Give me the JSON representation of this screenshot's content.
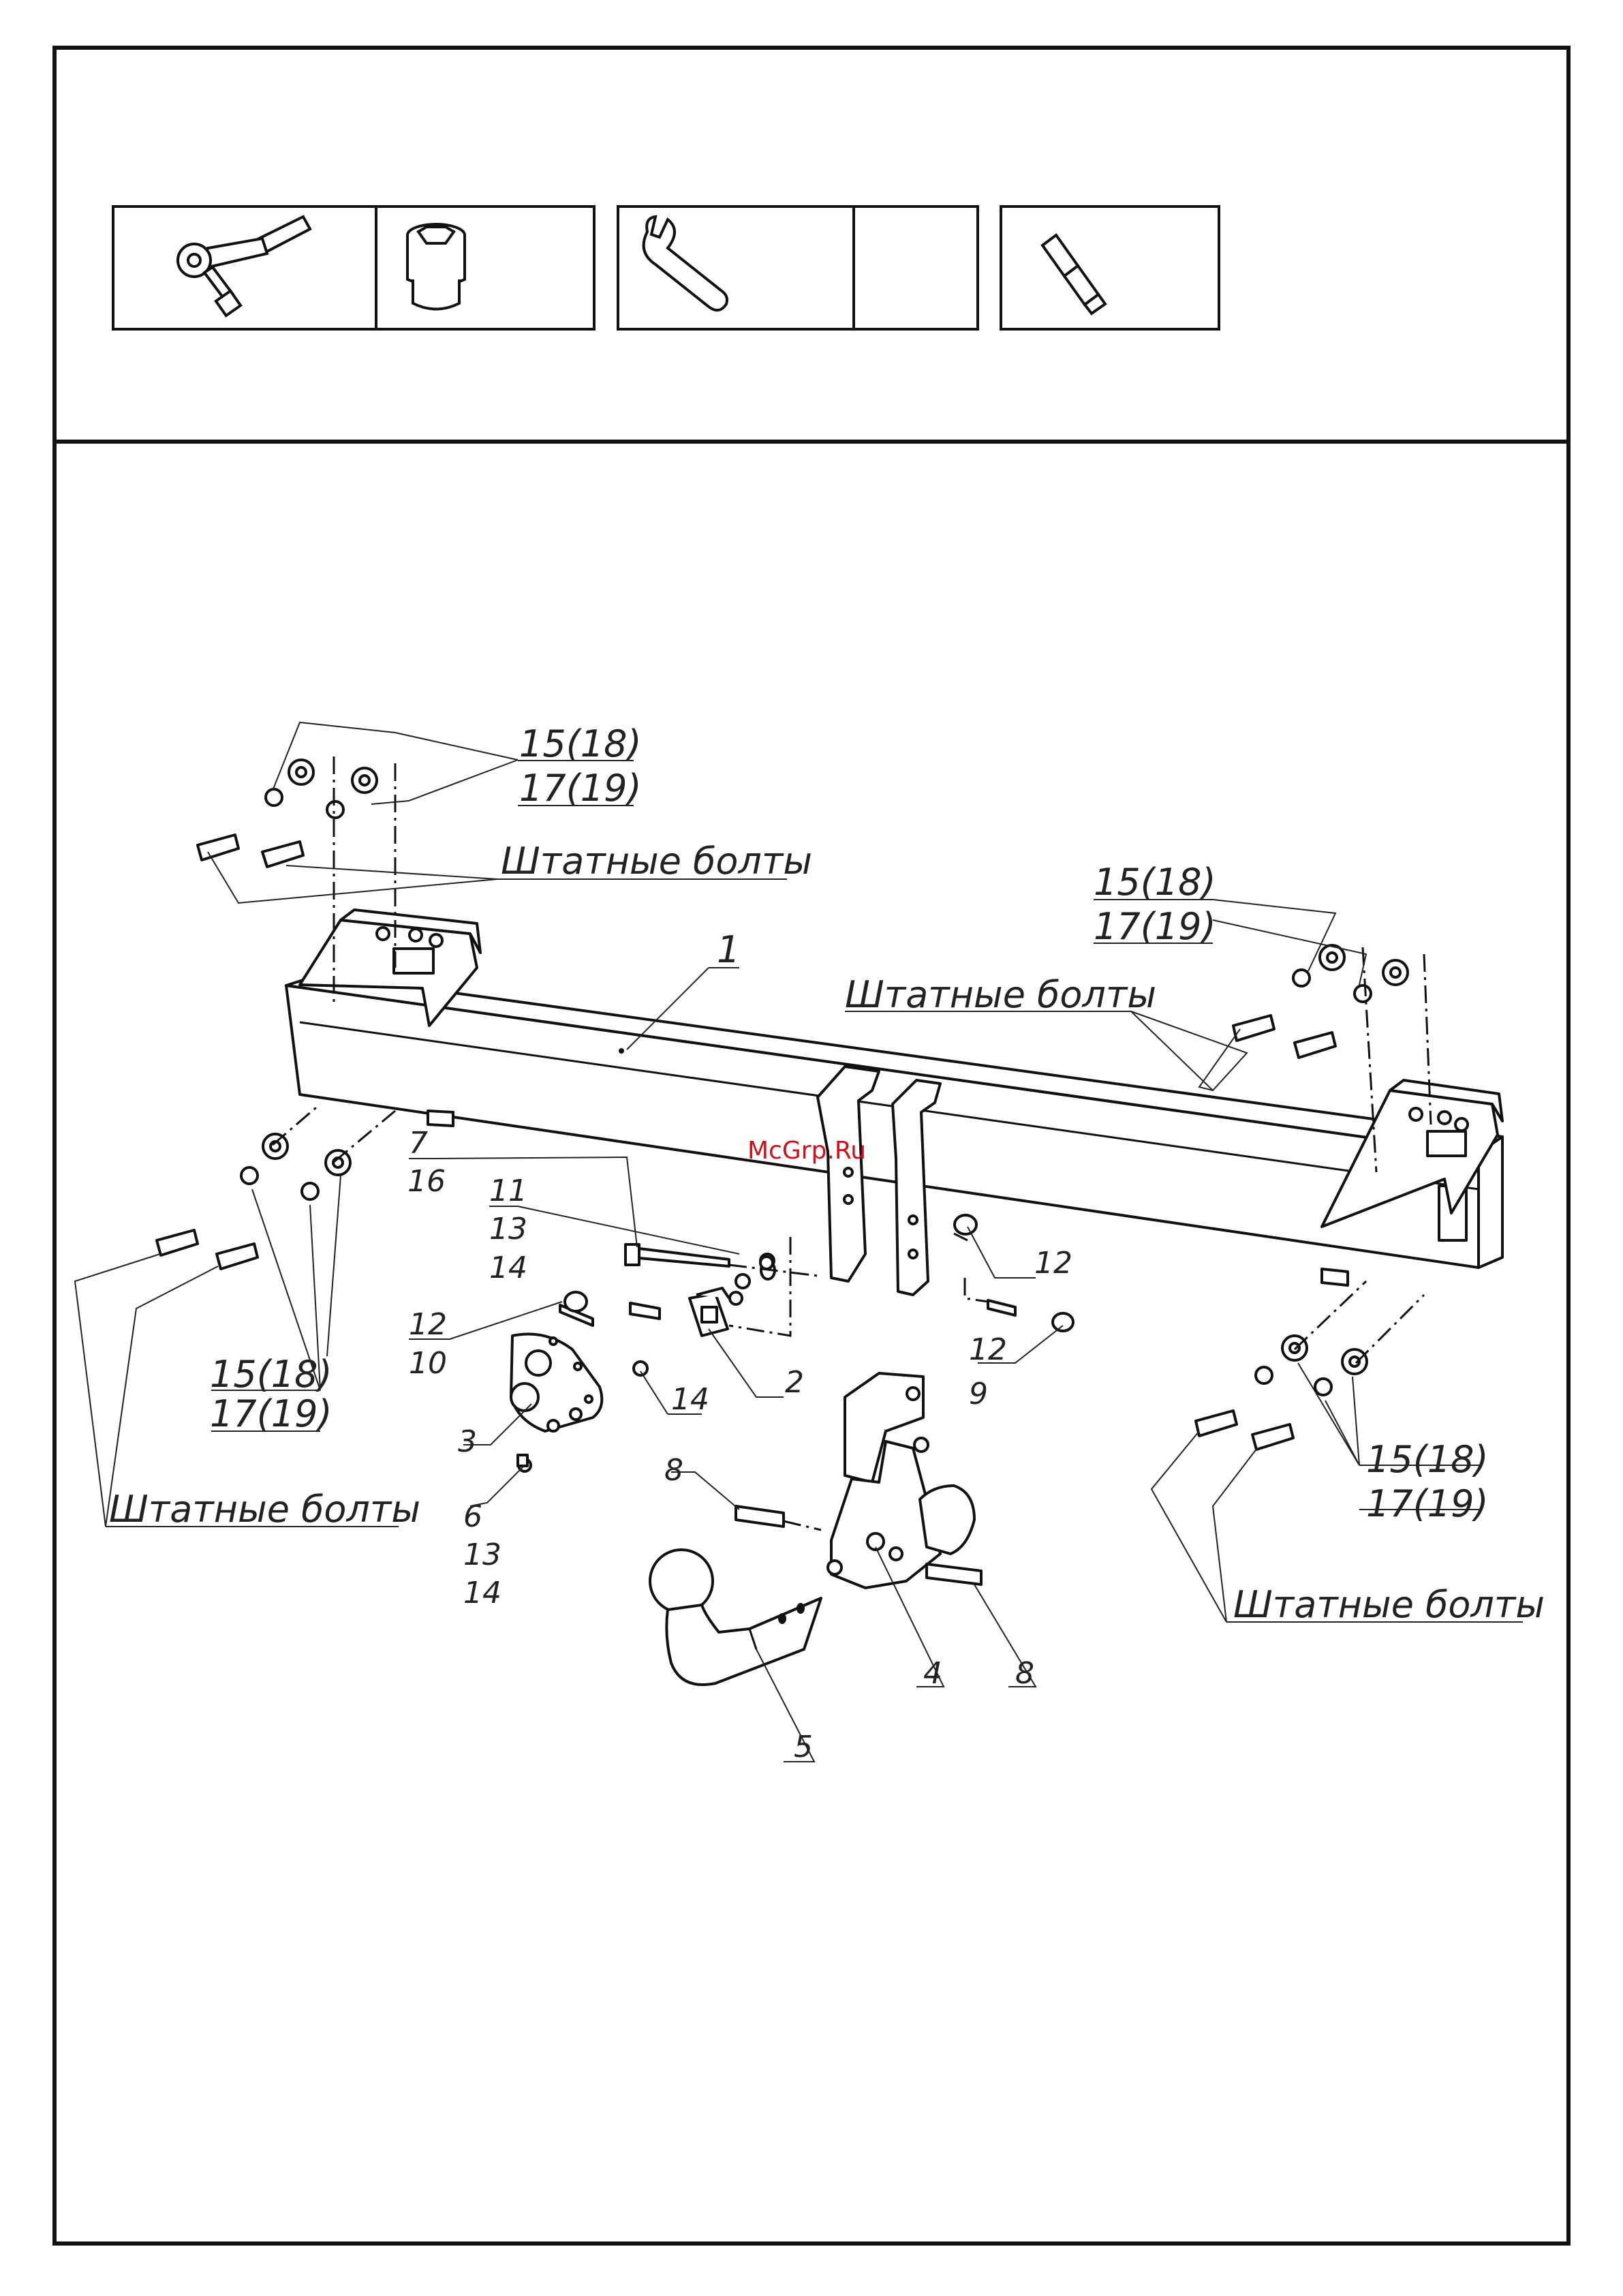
{
  "watermark": "McGrp.Ru",
  "tools": [
    {
      "icon": "ratchet-icon"
    },
    {
      "icon": "socket-icon"
    },
    {
      "icon": "wrench-icon"
    },
    {
      "icon": "empty-cell"
    },
    {
      "icon": "hex-bit-icon"
    }
  ],
  "labels": {
    "p1": "1",
    "p2": "2",
    "p3": "3",
    "p4": "4",
    "p5": "5",
    "p6": "6",
    "p7": "7",
    "p8a": "8",
    "p8b": "8",
    "p9": "9",
    "p10": "10",
    "p11": "11",
    "p12a": "12",
    "p12b": "12",
    "p12c": "12",
    "p13a": "13",
    "p13b": "13",
    "p14a": "14",
    "p14b": "14",
    "p14c": "14",
    "p16": "16",
    "w15_tl": "15(18)",
    "w17_tl": "17(19)",
    "w15_tr": "15(18)",
    "w17_tr": "17(19)",
    "w15_bl": "15(18)",
    "w17_bl": "17(19)",
    "w15_br": "15(18)",
    "w17_br": "17(19)",
    "bolts_tl": "Штатные болты",
    "bolts_tr": "Штатные болты",
    "bolts_bl": "Штатные болты",
    "bolts_br": "Штатные болты"
  }
}
